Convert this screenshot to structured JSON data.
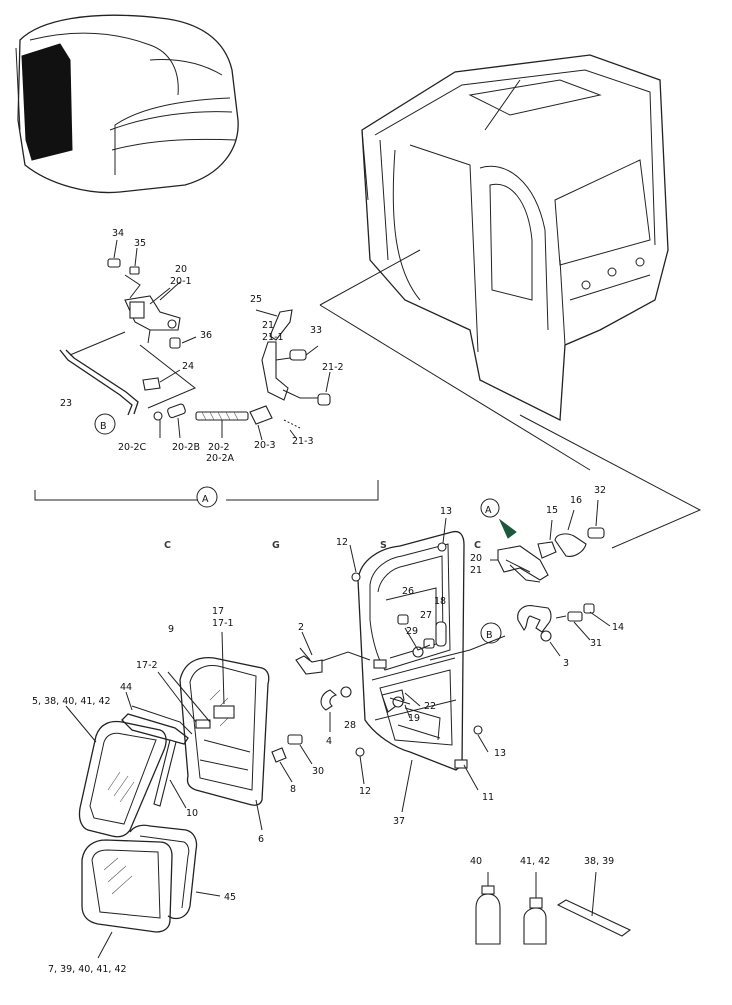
{
  "watermark": {
    "letters": [
      "C",
      "G",
      "S",
      "C"
    ],
    "colors": [
      "#4f8ef0",
      "#ef5f5f",
      "#f6cf3b",
      "#39b36b"
    ]
  },
  "callouts": {
    "A": "A",
    "B": "B"
  },
  "labels": {
    "p34": "34",
    "p35": "35",
    "p20": "20",
    "p20_1": "20-1",
    "p36": "36",
    "p24": "24",
    "p23": "23",
    "p20_2C": "20-2C",
    "p20_2B": "20-2B",
    "p20_2": "20-2",
    "p20_2A": "20-2A",
    "p20_3": "20-3",
    "p21_3": "21-3",
    "p25": "25",
    "p21": "21",
    "p21_1": "21-1",
    "p33": "33",
    "p21_2": "21-2",
    "p13a": "13",
    "p12a": "12",
    "p15": "15",
    "p16": "16",
    "p32": "32",
    "p20b": "20",
    "p21b": "21",
    "p26": "26",
    "p18": "18",
    "p27": "27",
    "p29": "29",
    "p3": "3",
    "p31": "31",
    "p14": "14",
    "p2": "2",
    "p22": "22",
    "p19": "19",
    "p28": "28",
    "p4": "4",
    "p13b": "13",
    "p12b": "12",
    "p37": "37",
    "p11": "11",
    "p17": "17",
    "p17_1": "17-1",
    "p9": "9",
    "p17_2": "17-2",
    "p44": "44",
    "p5group": "5, 38, 40, 41, 42",
    "p30": "30",
    "p8": "8",
    "p10": "10",
    "p6": "6",
    "p45": "45",
    "p7group": "7, 39, 40, 41, 42",
    "p40": "40",
    "p41_42": "41, 42",
    "p38_39": "38, 39"
  }
}
